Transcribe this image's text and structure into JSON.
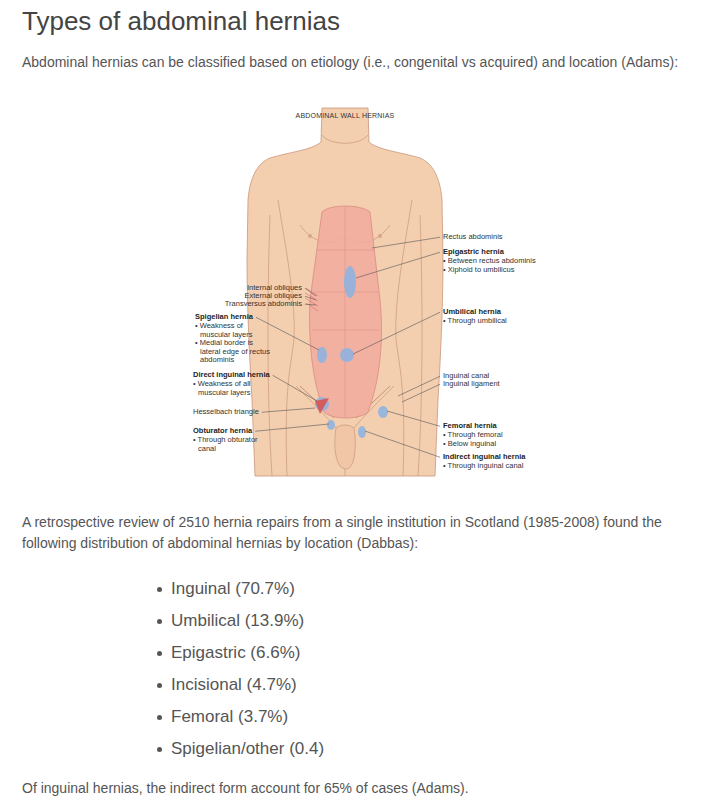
{
  "diagram": {
    "title": "Types of abdominal hernias",
    "labels": [
      "Abdominal hernias can be classified based on etiology (i.e., congenital vs acquired) and location (Adams):",
      "ABDOMINAL WALL HERNIAS",
      "Rectus abdominis",
      "Epigastric hernia",
      "• Between rectus abdominis",
      "• Xiphoid to umbilicus",
      "Internal obliques",
      "External obliques",
      "Transversus abdominis",
      "Spigelian hernia",
      "• Weakness of muscular layers",
      "• Medial border is lateral edge of rectus abdominis",
      "Umbilical hernia",
      "• Through umbilical",
      "Direct inguinal hernia",
      "• Weakness of all muscular layers",
      "Inguinal canal",
      "Inguinal ligament",
      "Hesselbach triangle",
      "Obturator hernia",
      "• Through obturator canal",
      "Femoral hernia",
      "• Through femoral",
      "• Below inguinal",
      "Indirect inguinal hernia",
      "• Through inguinal canal",
      "A retrospective review of 2510 hernia repairs from a single institution in Scotland (1985-2008) found the following distribution of abdominal hernias by location (Dabbas):",
      "Inguinal (70.7%)",
      "Umbilical (13.9%)",
      "Epigastric (6.6%)",
      "Incisional (4.7%)",
      "Femoral (3.7%)",
      "Spigelian/other (0.4)",
      "Of inguinal hernias, the indirect form account for 65% of cases (Adams)."
    ]
  }
}
